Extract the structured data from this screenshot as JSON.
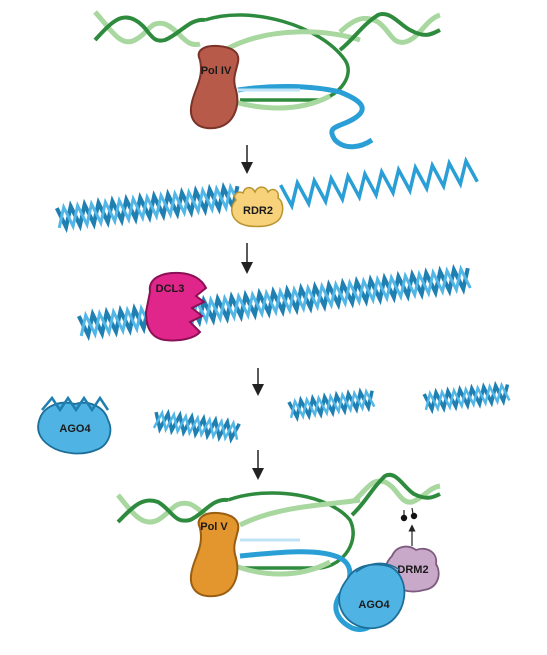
{
  "labels": {
    "pol_iv": "Pol IV",
    "rdr2": "RDR2",
    "dcl3": "DCL3",
    "ago4_free": "AGO4",
    "pol_v": "Pol V",
    "ago4_bound": "AGO4",
    "drm2": "DRM2"
  },
  "colors": {
    "dna_green_dark": "#2e8b3e",
    "dna_green_light": "#a8d8a0",
    "rna_blue": "#2a9fd6",
    "dsrna_blue": "#1f7fb0",
    "pol_iv": "#b75a4a",
    "rdr2": "#f7d27a",
    "dcl3": "#e0268a",
    "ago4": "#4fb4e4",
    "pol_v": "#e3952e",
    "drm2": "#c9a9c9"
  },
  "icons": {
    "step_arrow": "down-arrow-icon",
    "methyl_mark": "methyl-group-icon"
  }
}
